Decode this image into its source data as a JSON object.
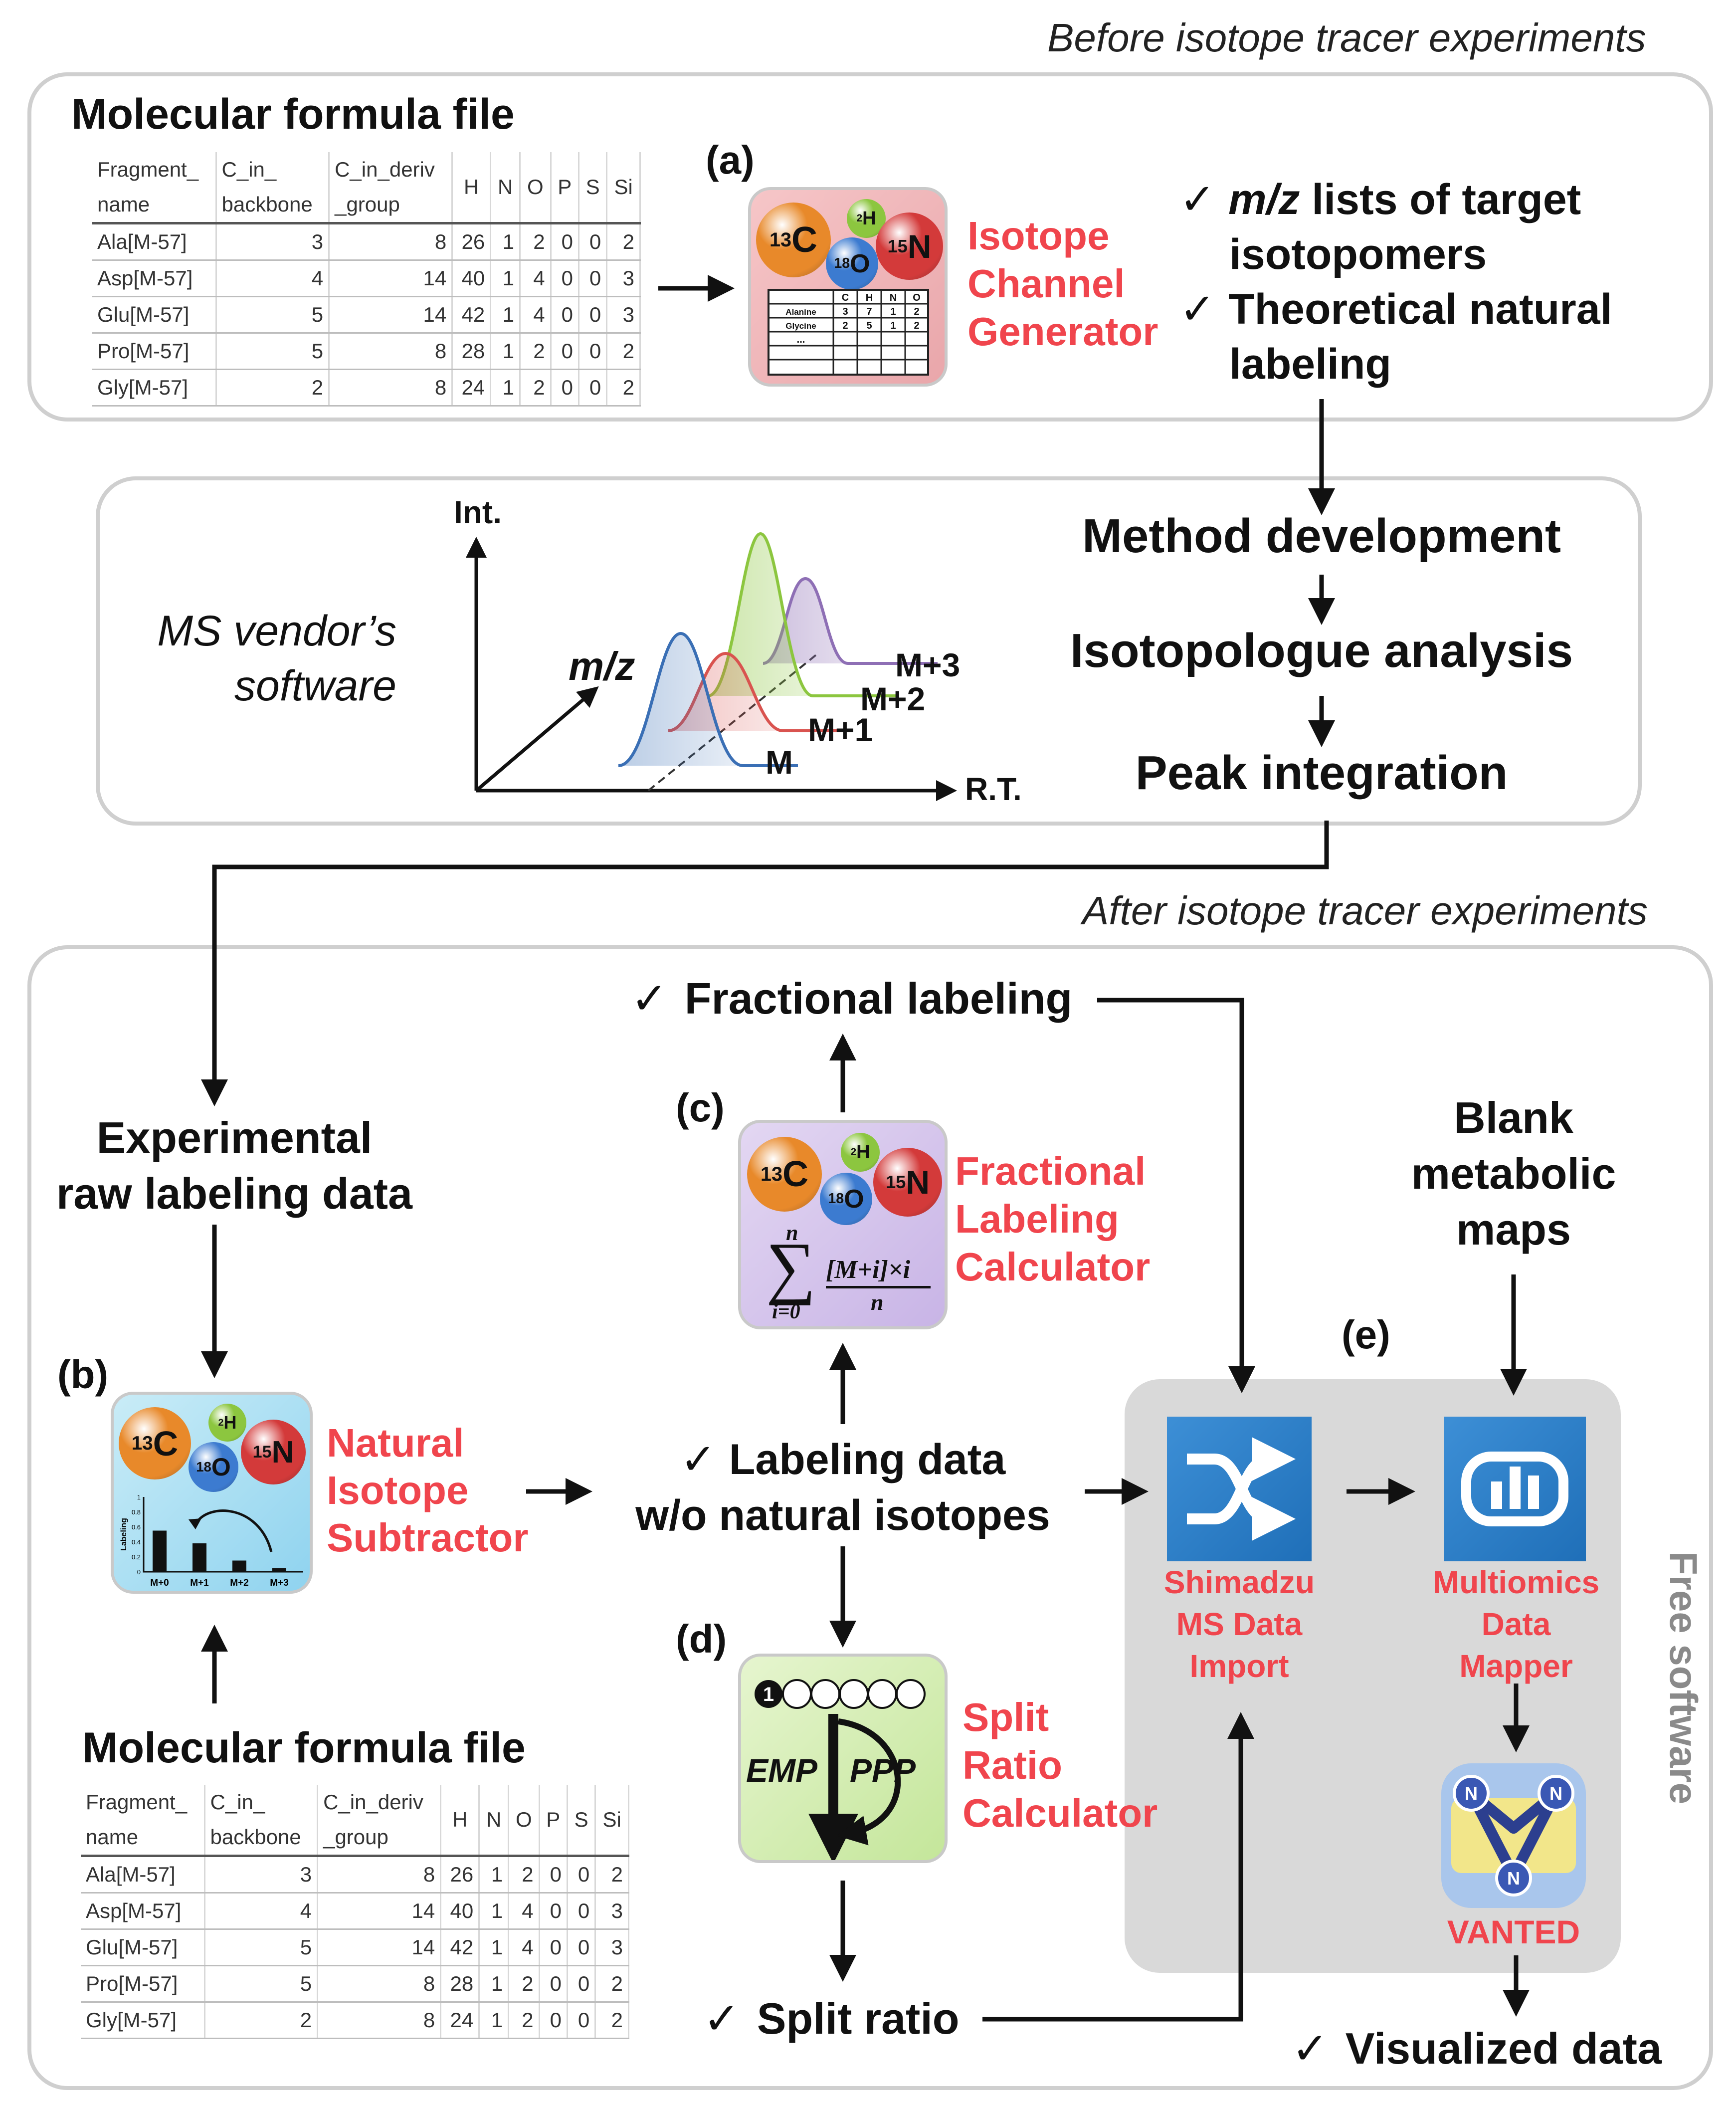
{
  "section_labels": {
    "before": "Before isotope tracer experiments",
    "after": "After isotope tracer experiments",
    "free_software": "Free software"
  },
  "formula_table": {
    "title": "Molecular formula file",
    "headers": [
      "Fragment_\nname",
      "C_in_\nbackbone",
      "C_in_deriv\n_group",
      "H",
      "N",
      "O",
      "P",
      "S",
      "Si"
    ],
    "rows": [
      [
        "Ala[M-57]",
        "3",
        "8",
        "26",
        "1",
        "2",
        "0",
        "0",
        "2"
      ],
      [
        "Asp[M-57]",
        "4",
        "14",
        "40",
        "1",
        "4",
        "0",
        "0",
        "3"
      ],
      [
        "Glu[M-57]",
        "5",
        "14",
        "42",
        "1",
        "4",
        "0",
        "0",
        "3"
      ],
      [
        "Pro[M-57]",
        "5",
        "8",
        "28",
        "1",
        "2",
        "0",
        "0",
        "2"
      ],
      [
        "Gly[M-57]",
        "2",
        "8",
        "24",
        "1",
        "2",
        "0",
        "0",
        "2"
      ]
    ]
  },
  "isotopes": {
    "c13": {
      "mass": "13",
      "el": "C",
      "color": "#e8892a"
    },
    "h2": {
      "mass": "2",
      "el": "H",
      "color": "#8cc63f"
    },
    "o18": {
      "mass": "18",
      "el": "O",
      "color": "#3c7bd0"
    },
    "n15": {
      "mass": "15",
      "el": "N",
      "color": "#d33a3a"
    }
  },
  "step_a": {
    "label": "(a)",
    "tool": [
      "Isotope",
      "Channel",
      "Generator"
    ],
    "mini_table": {
      "headers": [
        "",
        "C",
        "H",
        "N",
        "O"
      ],
      "rows": [
        [
          "Alanine",
          "3",
          "7",
          "1",
          "2"
        ],
        [
          "Glycine",
          "2",
          "5",
          "1",
          "2"
        ],
        [
          "...",
          "",
          "",
          "",
          ""
        ]
      ]
    },
    "outputs": [
      "m/z lists of target",
      "isotopomers",
      "Theoretical natural",
      "labeling"
    ],
    "mz": "m/z"
  },
  "ms_box": {
    "vendor": [
      "MS vendor’s",
      "software"
    ],
    "axis_y": "Int.",
    "axis_x": "R.T.",
    "axis_z": "m/z",
    "peaks": [
      "M",
      "M+1",
      "M+2",
      "M+3"
    ],
    "steps": [
      "Method development",
      "Isotopologue analysis",
      "Peak integration"
    ]
  },
  "raw_data": [
    "Experimental",
    "raw labeling data"
  ],
  "step_b": {
    "label": "(b)",
    "tool": [
      "Natural",
      "Isotope",
      "Subtractor"
    ],
    "chart_axis": "Labeling",
    "bar_labels": [
      "M+0",
      "M+1",
      "M+2",
      "M+3"
    ],
    "bar_values": [
      0.55,
      0.38,
      0.15,
      0.05
    ],
    "ticks": [
      "0",
      "0.2",
      "0.4",
      "0.6",
      "0.8",
      "1"
    ]
  },
  "labeling_data": [
    "Labeling data",
    "w/o natural isotopes"
  ],
  "step_c": {
    "label": "(c)",
    "tool": [
      "Fractional",
      "Labeling",
      "Calculator"
    ],
    "formula": {
      "top": "n",
      "sum": "∑",
      "bottom": "i=0",
      "num": "[M+i]×i",
      "den": "n"
    }
  },
  "fractional_output": "Fractional labeling",
  "step_d": {
    "label": "(d)",
    "tool": [
      "Split",
      "Ratio",
      "Calculator"
    ],
    "emp": "EMP",
    "ppp": "PPP",
    "carbon_index": "1"
  },
  "split_output": "Split ratio",
  "blank_maps": [
    "Blank",
    "metabolic",
    "maps"
  ],
  "step_e": {
    "label": "(e)",
    "shimadzu": [
      "Shimadzu",
      "MS Data",
      "Import"
    ],
    "mapper": [
      "Multiomics",
      "Data",
      "Mapper"
    ],
    "vanted": "VANTED",
    "vanted_node": "N"
  },
  "visualized_output": "Visualized data",
  "check": "✓"
}
